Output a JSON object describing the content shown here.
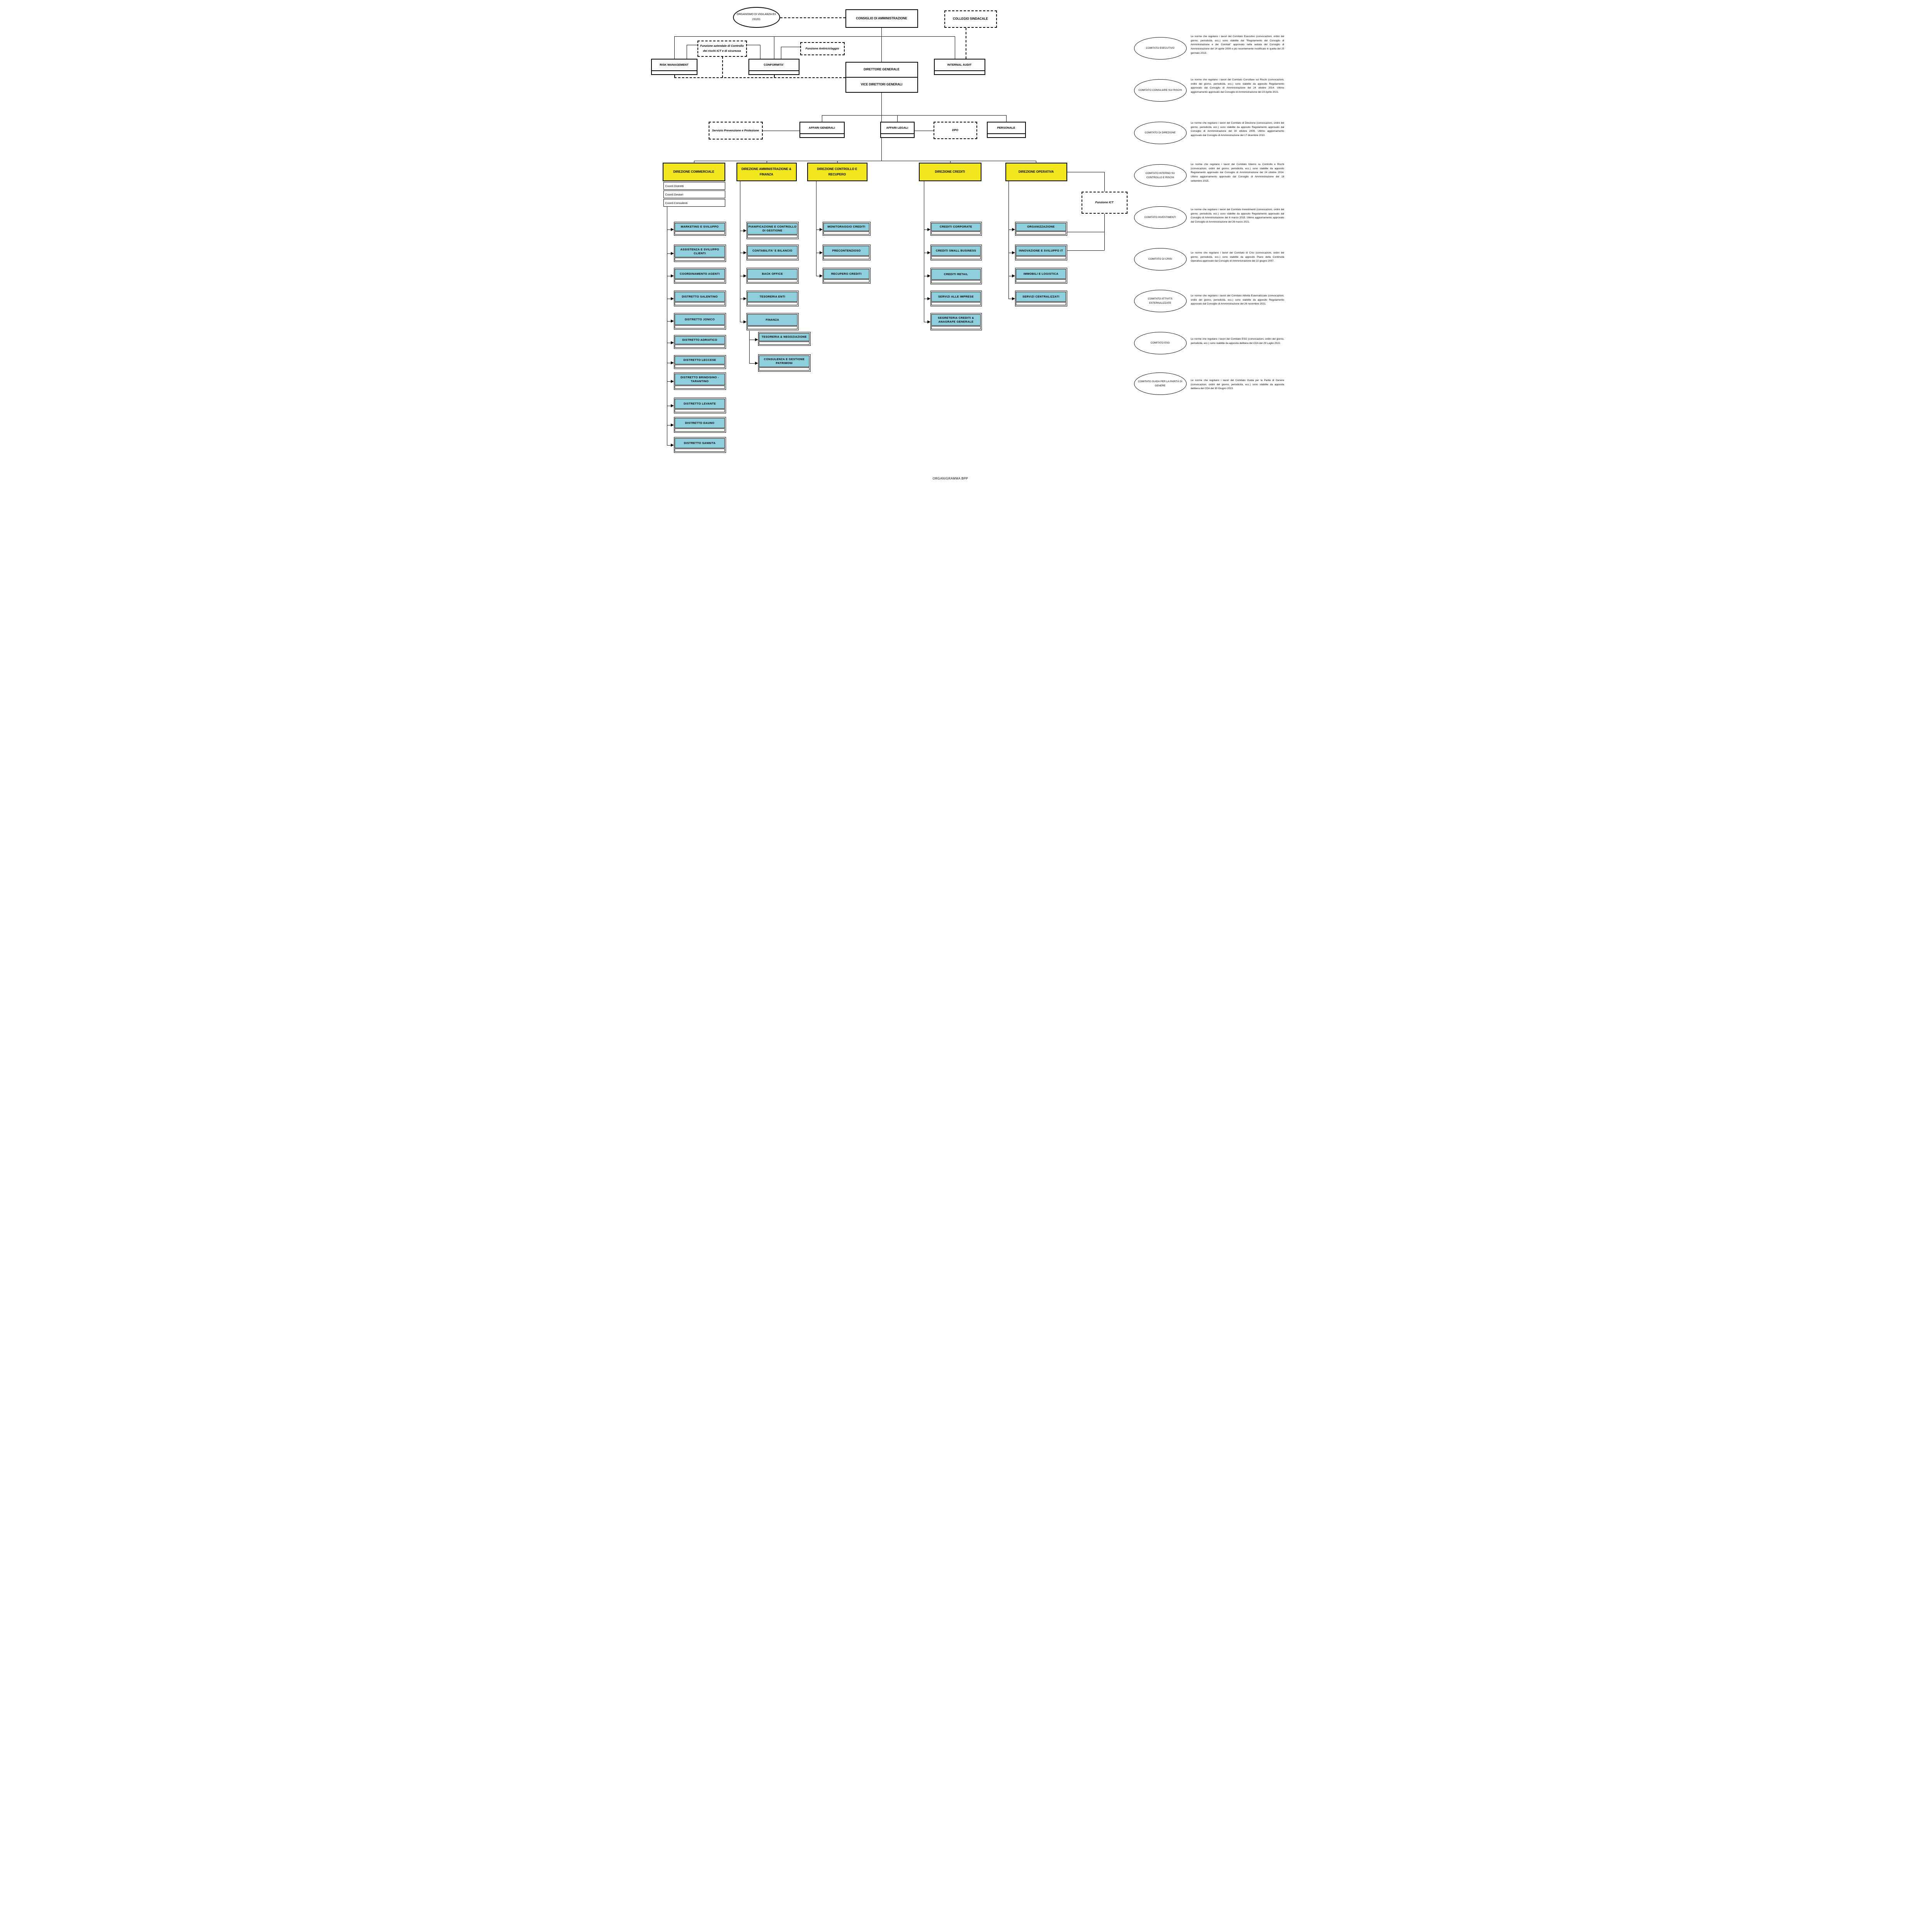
{
  "page_title": "ORGANIGRAMMA BPP",
  "colors": {
    "direction_yellow": "#F2E71E",
    "unit_cyan": "#8FCEDC",
    "line_black": "#000000"
  },
  "governance": {
    "organismo_vigilanza": "ORGANISMO DI VIGILANZA EX 231/01",
    "consiglio": "CONSIGLIO DI AMMINISTRAZIONE",
    "collegio_sindacale": "COLLEGIO SINDACALE",
    "risk_management": "RISK MANAGEMENT",
    "conformita": "CONFORMITA'",
    "internal_audit": "INTERNAL AUDIT",
    "funzione_controllo_ict": "Funzione aziendale di Controllo dei rischi ICT e di sicurezza",
    "funzione_antiriciclaggio": "Funzione Antiriciclaggio",
    "direttore_generale": "DIRETTORE GENERALE",
    "vice_direttori": "VICE DIRETTORI GENERALI"
  },
  "staff": {
    "servizio_prevenzione": "Servizio Prevenzione e Protezione",
    "affari_generali": "AFFARI GENERALI",
    "affari_legali": "AFFARI LEGALI",
    "dpo": "DPO",
    "personale": "PERSONALE",
    "funzione_ict": "Funzione ICT"
  },
  "direzioni": {
    "commerciale": {
      "label": "DIREZIONE COMMERCIALE",
      "coordinamenti": [
        "Coord.Distretti",
        "Coord.Gestori",
        "Coord.Consulenti"
      ],
      "children": [
        "MARKETING E SVILUPPO",
        "ASSISTENZA E SVILUPPO CLIENTI",
        "COORDINAMENTO AGENTI",
        "DISTRETTO SALENTINO",
        "DISTRETTO JONICO",
        "DISTRETTO ADRIATICO",
        "DISTRETTO LECCESE",
        "DISTRETTO BRINDISINO - TARANTINO",
        "DISTRETTO LEVANTE",
        "DISTRETTO DAUNO",
        "DISTRETTO SANNITA"
      ]
    },
    "amministrazione_finanza": {
      "label": "DIREZIONE AMMINISTRAZIONE & FINANZA",
      "children": [
        "PIANIFICAZIONE E CONTROLLO DI GESTIONE",
        "CONTABILITA' E BILANCIO",
        "BACK OFFICE",
        "TESORERIA ENTI",
        "FINANZA"
      ],
      "finanza_children": [
        "TESORERIA & NEGOZIAZIONE",
        "CONSULENZA E GESTIONE PATRIMONI"
      ]
    },
    "controllo_recupero": {
      "label": "DIREZIONE CONTROLLO E RECUPERO",
      "children": [
        "MONITORAGGIO CREDITI",
        "PRECONTENZIOSO",
        "RECUPERO CREDITI"
      ]
    },
    "crediti": {
      "label": "DIREZIONE CREDITI",
      "children": [
        "CREDITI CORPORATE",
        "CREDITI SMALL BUSINESS",
        "CREDITI RETAIL",
        "SERVIZI ALLE IMPRESE",
        "SEGRETERIA CREDITI & ANAGRAFE GENERALE"
      ]
    },
    "operativa": {
      "label": "DIREZIONE OPERATIVA",
      "children": [
        "ORGANIZZAZIONE",
        "INNOVAZIONE E SVILUPPO IT",
        "IMMOBILI E LOGISTICA",
        "SERVIZI CENTRALIZZATI"
      ]
    }
  },
  "comitati": [
    {
      "name": "COMITATO ESECUTIVO",
      "text": "Le norme che regolano i lavori del Comitato Esecutivo (convocazioni, ordini del giorno, periodicità, ecc.) sono stabilite dal “Regolamento del Consiglio di Amministrazione e dei Comitati” approvato nella seduta del Consiglio di Amministrazione del 14 aprile 2009 e più recentemente modificato in quella del 25 gennaio 2013."
    },
    {
      "name": "COMITATO CONSILIARE SUI RISCHI",
      "text": "Le norme che regolano i lavori del Comitato Consiliare sui Rischi (convocazioni, ordini del giorno, periodicità, ecc.) sono stabilite da apposito Regolamento approvato dal Consiglio di Amministrazione del 24 ottobre 2014. Ultimo aggiornamento approvato dal Consiglio di Amministrazione del 23 Aprile 2021."
    },
    {
      "name": "COMITATO DI DIREZIONE",
      "text": "Le norme che regolano i lavori del Comitato di Direzione (convocazioni, ordini del giorno, periodicità, ecc.) sono stabilite da apposito Regolamento approvato dal Consiglio di Amministrazione del 30 ottobre 2009. Ultimo aggiornamento approvato dal Consiglio di Amministrazione del 17 dicembre 2010."
    },
    {
      "name": "COMITATO INTERNO SU CONTROLLO E RISCHI",
      "text": "Le norme che regolano i lavori del Comitato Interno su Controllo e Rischi (convocazioni, ordini del giorno, periodicità, ecc.) sono stabilite da apposito Regolamento approvato dal Consiglio di Amministrazione del 24 ottobre 2014. Ultimo aggiornamento approvato dal Consiglio di Amministrazione del 18 settembre 2015."
    },
    {
      "name": "COMITATO INVESTIMENTI",
      "text": "Le norme che regolano i lavori del Comitato Investimenti (convocazioni, ordini del giorno, periodicità, ecc.) sono stabilite da apposito Regolamento approvato dal Consiglio di Amministrazione del 6 marzo 2015. Ultimo aggiornamento approvato dal Consiglio di Amministrazione del 26 marzo 2021."
    },
    {
      "name": "COMITATO DI CRISI",
      "text": "Le norme che regolano i lavori del Comitato di Crisi (convocazioni, ordini del giorno, periodicità, ecc.) sono stabilite da apposito Piano della Continuità Operativa approvato dal Consiglio di Amministrazione del 22 giugno 2007."
    },
    {
      "name": "COMITATO ATTIVITÀ ESTERNALIZZATE",
      "text": "Le norme che regolano i lavori del Comitato Attività Esternalizzate (convocazioni, ordini del giorno, periodicità, ecc.) sono stabilite da apposito Regolamento approvato dal Consiglio di Amministrazione del 26 novembre 2021."
    },
    {
      "name": "COMITATO ESG",
      "text": "Le norme che regolano i lavori del Comitato ESG (convocazioni, ordini del giorno, periodicità, ecc.) sono stabilite da apposita delibera del CDA del 29 Luglio 2022."
    },
    {
      "name": "COMITATO GUIDA PER LA PARITÀ DI GENERE",
      "text": "Le norme che regolano i lavori del Comitato Guida per la Parità di Genere (convocazioni, ordini del giorno, periodicità, ecc.) sono stabilite da apposita delibera del CDA del 30 Giugno 2023."
    }
  ]
}
